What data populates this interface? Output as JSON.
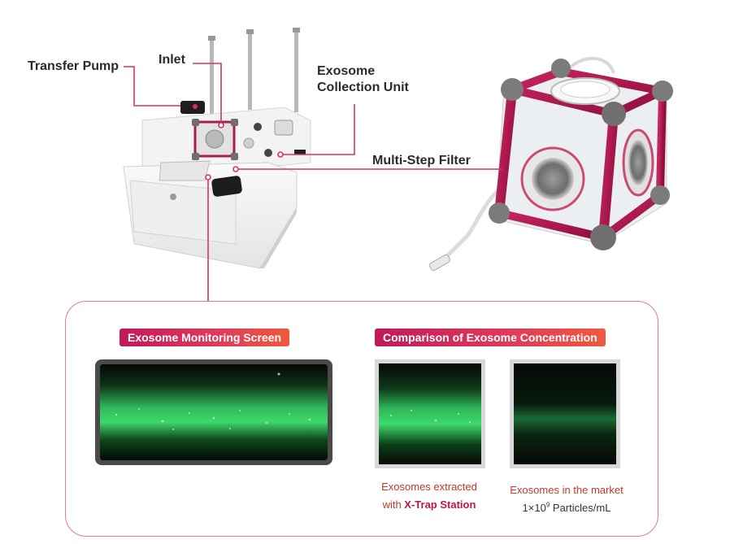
{
  "labels": {
    "transfer_pump": "Transfer Pump",
    "inlet": "Inlet",
    "exosome_collection_line1": "Exosome",
    "exosome_collection_line2": "Collection Unit",
    "multi_step_filter": "Multi-Step Filter"
  },
  "panel": {
    "monitor_title": "Exosome Monitoring Screen",
    "comparison_title": "Comparison of Exosome Concentration",
    "caption_a_line1": "Exosomes extracted",
    "caption_a_prefix": "with ",
    "caption_a_brand": "X-Trap Station",
    "caption_b_line1": "Exosomes in the market",
    "caption_b_value": "1×10",
    "caption_b_exp": "9",
    "caption_b_unit": " Particles/mL"
  },
  "colors": {
    "accent": "#c2185b",
    "callout_line": "#d6336c",
    "frame_magenta": "#b5174e",
    "fluorescence": "#36d46a"
  }
}
